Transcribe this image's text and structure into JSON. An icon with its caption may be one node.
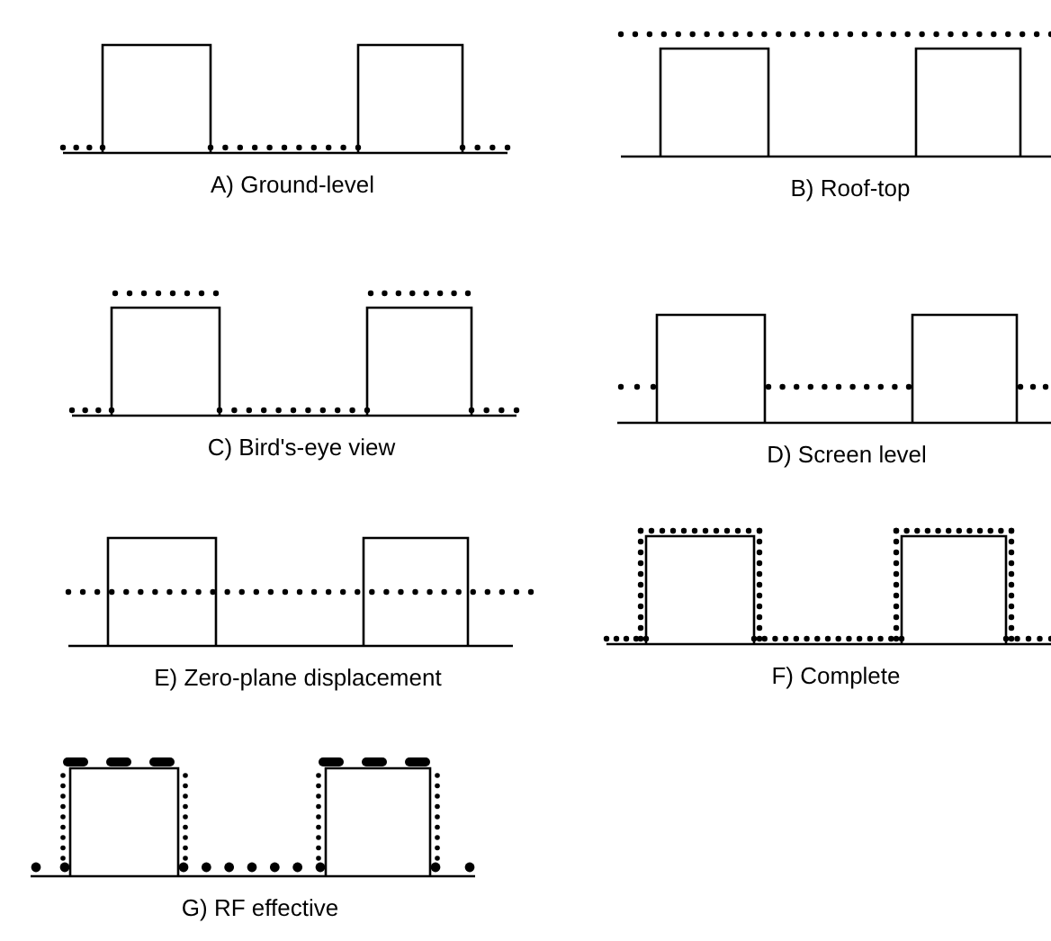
{
  "diagram": {
    "labels": [
      "A) Ground-level",
      "B) Roof-top",
      "C) Bird's-eye view",
      "D) Screen level",
      "E) Zero-plane displacement",
      "F) Complete",
      "G) RF effective"
    ]
  }
}
